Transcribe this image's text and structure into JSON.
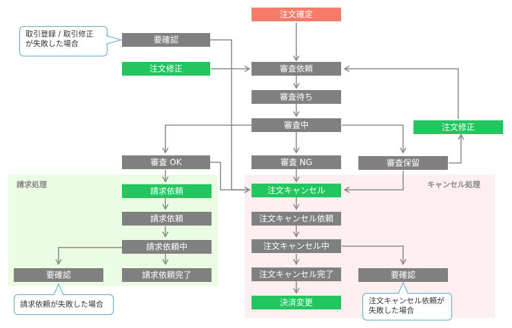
{
  "colors": {
    "accent_red": "#f47c6a",
    "green": "#22c55e",
    "gray": "#808080",
    "billing_zone": "#eafde3",
    "cancel_zone": "#fdeef0",
    "arrow": "#888888",
    "callout_border": "#5aa9c8"
  },
  "zones": {
    "billing": "請求処理",
    "cancel": "キャンセル処理"
  },
  "nodes": {
    "order_confirm": "注文確定",
    "needs_check_top": "要確認",
    "order_fix_left": "注文修正",
    "review_request": "審査依頼",
    "review_wait": "審査待ち",
    "reviewing": "審査中",
    "order_fix_right": "注文修正",
    "review_ok": "審査 OK",
    "review_ng": "審査 NG",
    "review_hold": "審査保留",
    "billing_request_green": "請求依頼",
    "billing_request": "請求依頼",
    "billing_in_progress": "請求依頼中",
    "needs_check_billing": "要確認",
    "billing_done": "請求依頼完了",
    "order_cancel": "注文キャンセル",
    "cancel_request": "注文キャンセル依頼",
    "cancel_in_progress": "注文キャンセル中",
    "cancel_done": "注文キャンセル完了",
    "needs_check_cancel": "要確認",
    "payment_change": "決済変更"
  },
  "callouts": {
    "top": "取引登録 / 取引修正\nが失敗した場合",
    "billing": "請求依頼が失敗した場合",
    "cancel": "注文キャンセル依頼が\n失敗した場合"
  }
}
